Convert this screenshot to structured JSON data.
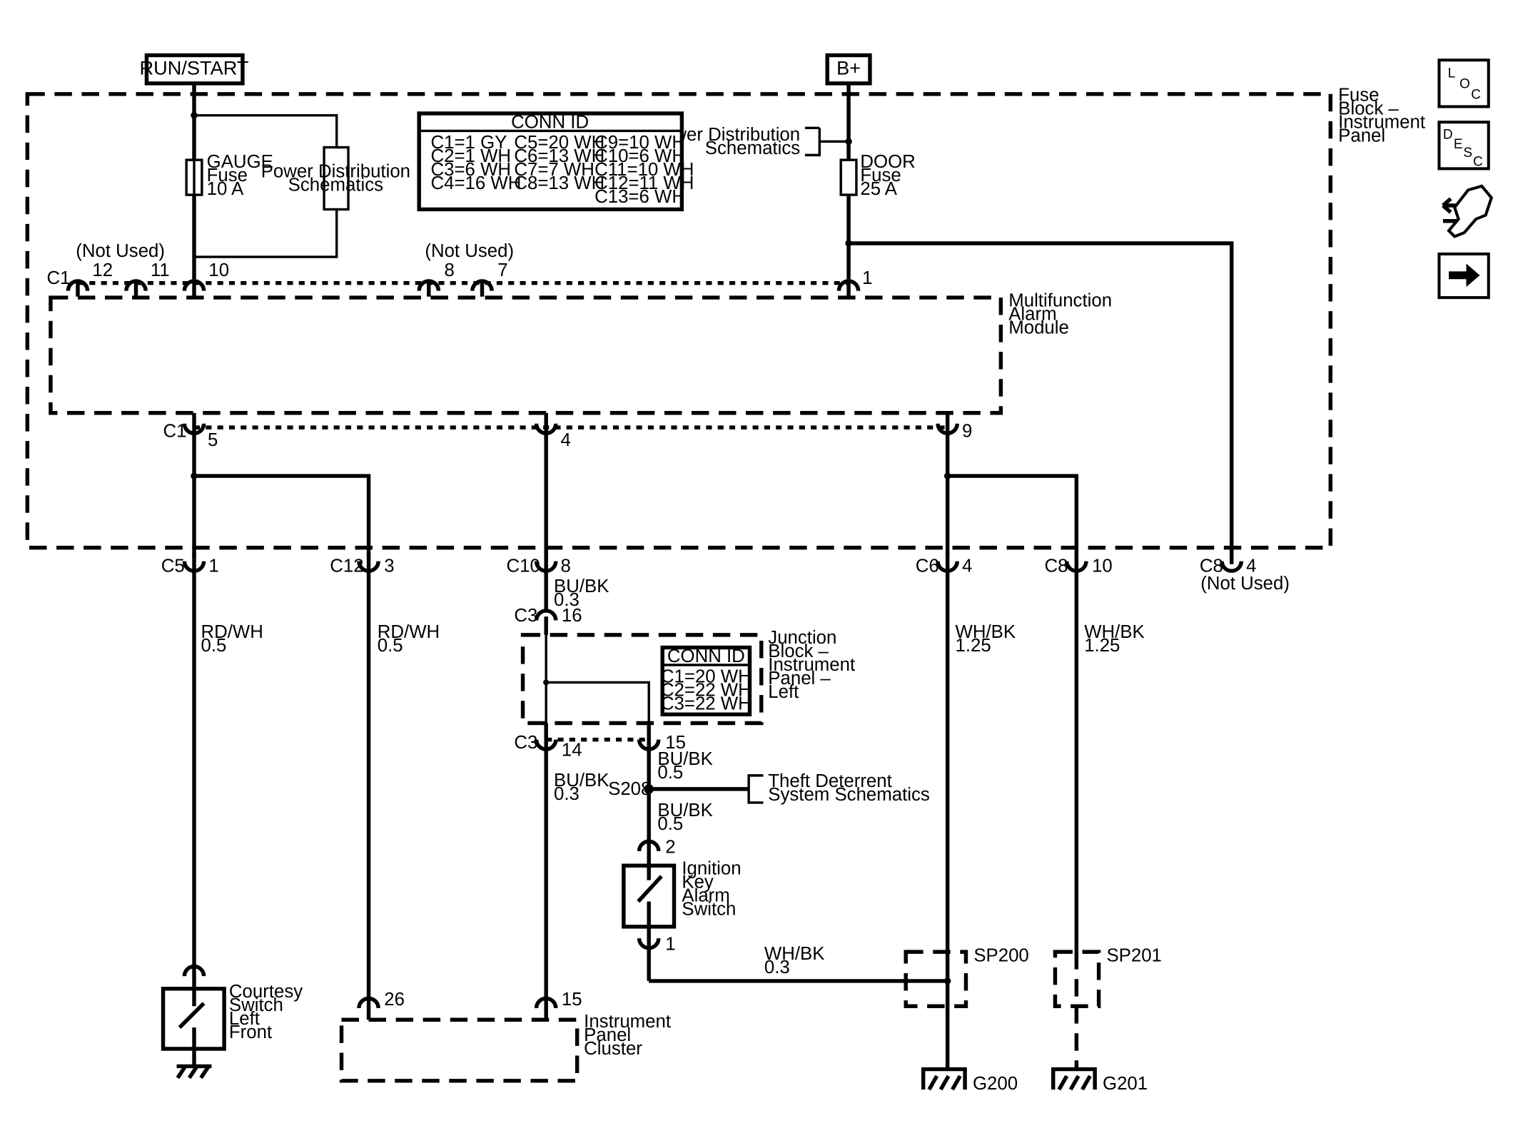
{
  "power": {
    "run_start": "RUN/START",
    "b_plus": "B+"
  },
  "fuse_block": {
    "label": [
      "Fuse",
      "Block –",
      "Instrument",
      "Panel"
    ]
  },
  "gauge_fuse": [
    "GAUGE",
    "Fuse",
    "10 A"
  ],
  "door_fuse": [
    "DOOR",
    "Fuse",
    "25 A"
  ],
  "power_dist_left": [
    "Power Distribution",
    "Schematics"
  ],
  "power_dist_right": [
    "Power Distribution",
    "Schematics"
  ],
  "conn_id_main": {
    "title": "CONN ID",
    "col1": [
      "C1=1 GY",
      "C2=1 WH",
      "C3=6 WH",
      "C4=16 WH"
    ],
    "col2": [
      "C5=20 WH",
      "C6=13 WH",
      "C7=7 WH",
      "C8=13 WH"
    ],
    "col3": [
      "C9=10 WH",
      "C10=6 WH",
      "C11=10 WH",
      "C12=11 WH",
      "C13=6 WH"
    ]
  },
  "top_connector": {
    "name": "C1",
    "pins": [
      "12",
      "11",
      "10",
      "8",
      "7",
      "1"
    ],
    "not_used_a": "(Not Used)",
    "not_used_b": "(Not Used)"
  },
  "alarm_module": {
    "label": [
      "Multifunction",
      "Alarm",
      "Module"
    ]
  },
  "mid_connector": {
    "name": "C1",
    "pins": [
      "5",
      "4",
      "9"
    ]
  },
  "bottom_connectors": [
    {
      "name": "C5",
      "pin": "1"
    },
    {
      "name": "C12",
      "pin": "3"
    },
    {
      "name": "C10",
      "pin": "8"
    },
    {
      "name": "C6",
      "pin": "4"
    },
    {
      "name": "C8",
      "pin": "10"
    },
    {
      "name": "C8",
      "pin": "4",
      "note": "(Not Used)"
    }
  ],
  "wires": {
    "w1": [
      "RD/WH",
      "0.5"
    ],
    "w2": [
      "RD/WH",
      "0.5"
    ],
    "w3": [
      "BU/BK",
      "0.3"
    ],
    "w4": [
      "WH/BK",
      "1.25"
    ],
    "w5": [
      "WH/BK",
      "1.25"
    ],
    "w6": [
      "BU/BK",
      "0.5"
    ],
    "w7": [
      "BU/BK",
      "0.3"
    ],
    "w8": [
      "BU/BK",
      "0.5"
    ],
    "w9": [
      "WH/BK",
      "0.3"
    ]
  },
  "junction_block": {
    "label": [
      "Junction",
      "Block –",
      "Instrument",
      "Panel –",
      "Left"
    ],
    "c3_top": {
      "name": "C3",
      "pin": "16"
    },
    "c3_bottom": {
      "name": "C3",
      "pin_left": "14",
      "pin_right": "15"
    },
    "conn_id": {
      "title": "CONN ID",
      "rows": [
        "C1=20 WH",
        "C2=22 WH",
        "C3=22 WH"
      ]
    }
  },
  "splice": {
    "name": "S208"
  },
  "theft": [
    "Theft Deterrent",
    "System Schematics"
  ],
  "ignition_switch": {
    "label": [
      "Ignition",
      "Key",
      "Alarm",
      "Switch"
    ],
    "pin_top": "2",
    "pin_bottom": "1"
  },
  "courtesy_switch": {
    "label": [
      "Courtesy",
      "Switch",
      "Left",
      "Front"
    ]
  },
  "cluster": {
    "label": [
      "Instrument",
      "Panel",
      "Cluster"
    ],
    "pin_a": "26",
    "pin_b": "15"
  },
  "splice_packs": {
    "sp200": "SP200",
    "sp201": "SP201"
  },
  "grounds": {
    "g200": "G200",
    "g201": "G201"
  },
  "nav": {
    "loc": {
      "letters": [
        "L",
        "O",
        "C"
      ]
    },
    "desc": {
      "letters": [
        "D",
        "E",
        "S",
        "C"
      ]
    },
    "icons": [
      "diagnostic-icon",
      "next-arrow-icon"
    ]
  }
}
